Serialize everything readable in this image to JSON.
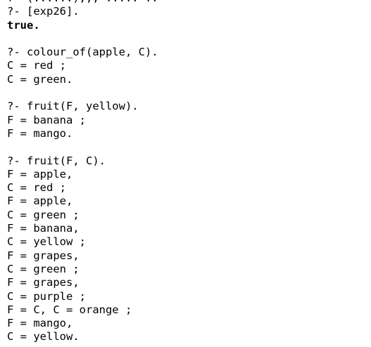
{
  "console": {
    "lines": [
      {
        "text": "?- (......),,, ..... ..",
        "kind": "cut"
      },
      {
        "text": "?- [exp26].",
        "kind": "query"
      },
      {
        "text": "true.",
        "kind": "bold"
      },
      {
        "text": "",
        "kind": "blank"
      },
      {
        "text": "?- colour_of(apple, C).",
        "kind": "query"
      },
      {
        "text": "C = red ;",
        "kind": "answer"
      },
      {
        "text": "C = green.",
        "kind": "answer"
      },
      {
        "text": "",
        "kind": "blank"
      },
      {
        "text": "?- fruit(F, yellow).",
        "kind": "query"
      },
      {
        "text": "F = banana ;",
        "kind": "answer"
      },
      {
        "text": "F = mango.",
        "kind": "answer"
      },
      {
        "text": "",
        "kind": "blank"
      },
      {
        "text": "?- fruit(F, C).",
        "kind": "query"
      },
      {
        "text": "F = apple,",
        "kind": "answer"
      },
      {
        "text": "C = red ;",
        "kind": "answer"
      },
      {
        "text": "F = apple,",
        "kind": "answer"
      },
      {
        "text": "C = green ;",
        "kind": "answer"
      },
      {
        "text": "F = banana,",
        "kind": "answer"
      },
      {
        "text": "C = yellow ;",
        "kind": "answer"
      },
      {
        "text": "F = grapes,",
        "kind": "answer"
      },
      {
        "text": "C = green ;",
        "kind": "answer"
      },
      {
        "text": "F = grapes,",
        "kind": "answer"
      },
      {
        "text": "C = purple ;",
        "kind": "answer"
      },
      {
        "text": "F = C, C = orange ;",
        "kind": "answer"
      },
      {
        "text": "F = mango,",
        "kind": "answer"
      },
      {
        "text": "C = yellow.",
        "kind": "answer"
      }
    ]
  }
}
